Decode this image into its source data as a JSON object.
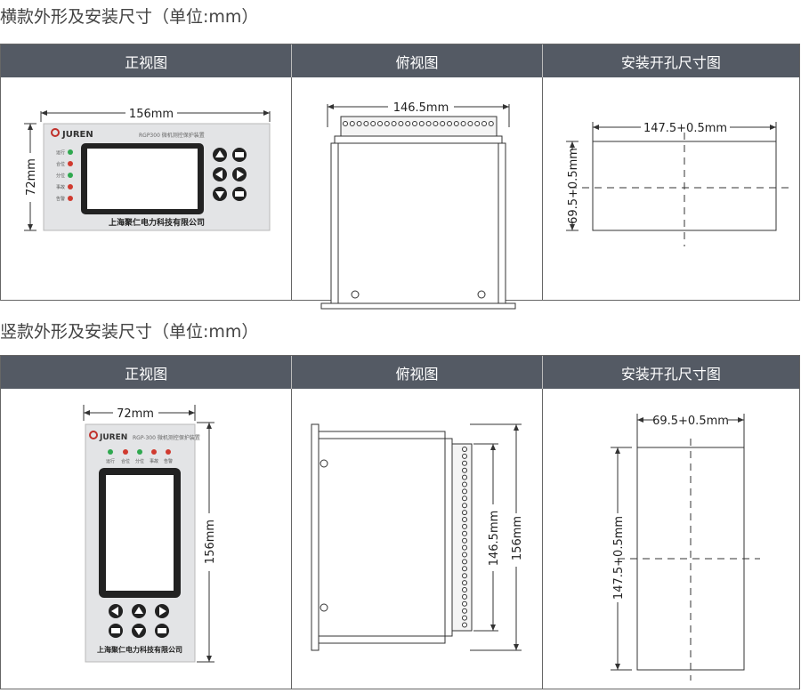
{
  "sections": [
    {
      "title": "横款外形及安装尺寸（单位:mm）",
      "headers": [
        "正视图",
        "俯视图",
        "安装开孔尺寸图"
      ],
      "front": {
        "width_label": "156mm",
        "height_label": "72mm",
        "brand": "JUREN",
        "model": "RGP300 微机测控保护装置",
        "company": "上海聚仁电力科技有限公司",
        "indicators": [
          "运行",
          "合位",
          "分位",
          "事故",
          "告警"
        ]
      },
      "top": {
        "width_label": "146.5mm"
      },
      "cutout": {
        "width_label": "147.5+0.5mm",
        "height_label": "69.5+0.5mm"
      }
    },
    {
      "title": "竖款外形及安装尺寸（单位:mm）",
      "headers": [
        "正视图",
        "俯视图",
        "安装开孔尺寸图"
      ],
      "front": {
        "width_label": "72mm",
        "height_label": "156mm",
        "brand": "JUREN",
        "model": "RGP-300 微机测控保护装置",
        "company": "上海聚仁电力科技有限公司",
        "indicators": [
          "运行",
          "合位",
          "分位",
          "事故",
          "告警"
        ]
      },
      "top": {
        "width_label": "146.5mm",
        "height_label": "156mm"
      },
      "cutout": {
        "width_label": "69.5+0.5mm",
        "height_label": "147.5+0.5mm"
      }
    }
  ]
}
